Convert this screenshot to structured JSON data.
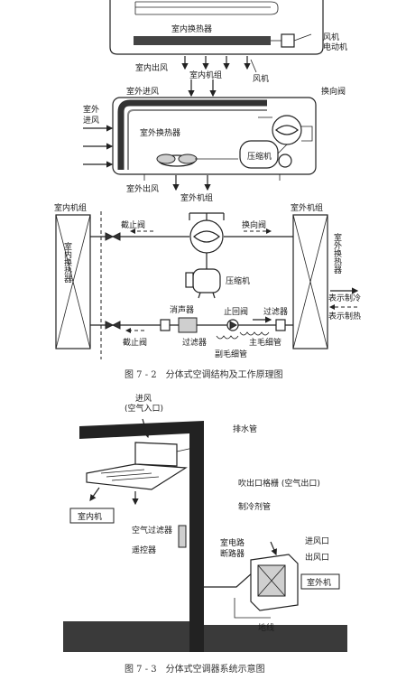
{
  "fig1": {
    "indoor_hx": "室内换热器",
    "fan_motor_l1": "风机",
    "fan_motor_l2": "电动机",
    "indoor_outlet": "室内出风",
    "indoor_unit": "室内机组",
    "fan": "风机",
    "outdoor_inlet_top": "室外进风",
    "outdoor_inlet_left_l1": "室外",
    "outdoor_inlet_left_l2": "进风",
    "reversing_valve": "换向阀",
    "outdoor_hx": "室外换热器",
    "compressor": "压缩机",
    "outdoor_outlet": "室外出风",
    "outdoor_unit": "室外机组"
  },
  "fig2": {
    "indoor_unit": "室内机组",
    "outdoor_unit": "室外机组",
    "stop_valve_top": "截止阀",
    "reversing_valve": "换向阀",
    "indoor_hx_vertical": "室内换热器",
    "outdoor_hx_vertical": "室外换热器",
    "compressor": "压缩机",
    "muffler": "消声器",
    "check_valve": "止回阀",
    "filter_right": "过滤器",
    "cooling": "表示制冷",
    "heating": "表示制热",
    "stop_valve_bottom": "截止阀",
    "filter_left": "过滤器",
    "main_capillary": "主毛细管",
    "aux_capillary": "副毛细管",
    "caption": "图 7 - 2　分体式空调结构及工作原理图"
  },
  "fig3": {
    "inlet_l1": "进风",
    "inlet_l2": "(空气入口)",
    "drain_pipe": "排水管",
    "outlet_grille": "吹出口格栅 (空气出口)",
    "refrigerant_pipe": "制冷剂管",
    "indoor_unit": "室内机",
    "air_filter": "空气过滤器",
    "remote": "遥控器",
    "breaker_l1": "室电路",
    "breaker_l2": "断路器",
    "inlet_port": "进风口",
    "outlet_port": "出风口",
    "outdoor_unit": "室外机",
    "ground": "地线",
    "caption": "图 7 - 3　分体式空调器系统示意图"
  }
}
